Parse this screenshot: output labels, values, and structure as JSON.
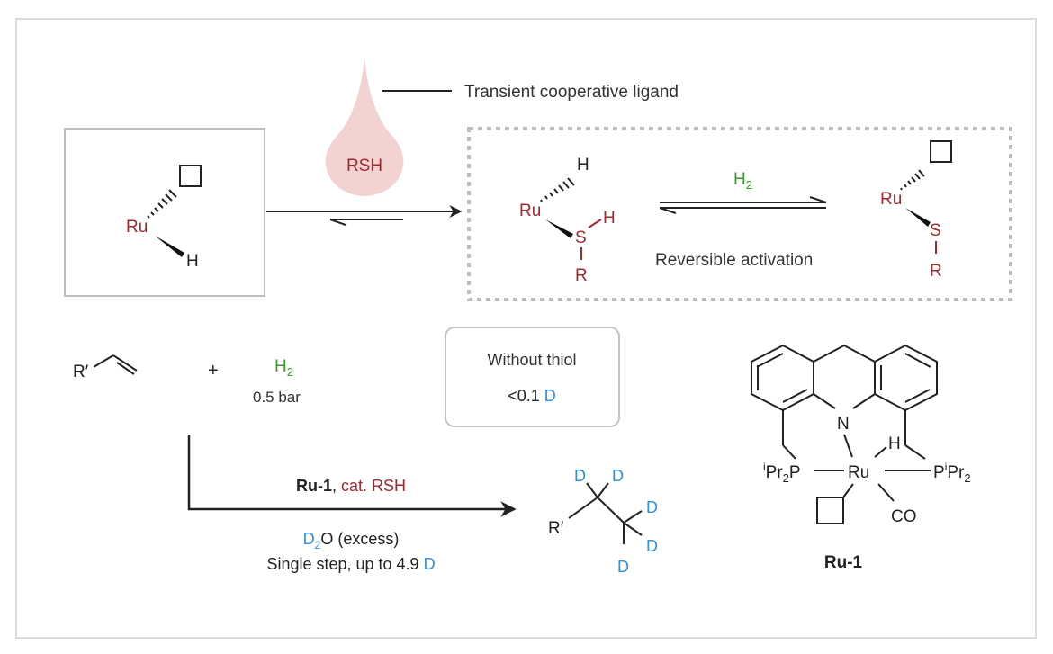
{
  "colors": {
    "ruthenium_red": "#a3292e",
    "hydrogen_green": "#3a9a2c",
    "deuterium_blue": "#2f8fe0",
    "droplet_pink": "#f3d2d2",
    "box_gray": "#bdbdbd"
  },
  "top": {
    "droplet_label": "RSH",
    "callout_label": "Transient cooperative ligand",
    "start_complex": {
      "metal": "Ru",
      "hydride": "H",
      "vacant_site": "empty-square"
    },
    "thiol_adduct": {
      "metal": "Ru",
      "hydride": "H",
      "sulfur": "S",
      "sulfur_h": "H",
      "r_group": "R"
    },
    "equilibrium_reagent": "H",
    "equilibrium_reagent_sub": "2",
    "equilibrium_caption": "Reversible activation",
    "thiolate_complex": {
      "metal": "Ru",
      "sulfur": "S",
      "r_group": "R",
      "vacant_site": "empty-square"
    }
  },
  "reaction": {
    "substrate_r": "R′",
    "plus": "+",
    "gas": "H",
    "gas_sub": "2",
    "gas_pressure": "0.5 bar",
    "catalyst_label": "Ru-1",
    "catalyst_sep": ", ",
    "cocatalyst_label": "cat. RSH",
    "solvent_d": "D",
    "solvent_sub": "2",
    "solvent_rest": "O (excess)",
    "result_text": "Single step, up to 4.9 ",
    "result_d": "D",
    "product_r": "R′",
    "product_d_labels": [
      "D",
      "D",
      "D",
      "D",
      "D"
    ]
  },
  "control_box": {
    "title": "Without thiol",
    "value": "<0.1 ",
    "value_d": "D"
  },
  "catalyst": {
    "name": "Ru-1",
    "n_label": "N",
    "metal": "Ru",
    "hydride": "H",
    "left_phosphine_sup": "i",
    "left_phosphine": "Pr",
    "left_phosphine_sub": "2",
    "left_phosphine_p": "P",
    "right_phosphine_p": "P",
    "right_phosphine_sup": "i",
    "right_phosphine": "Pr",
    "right_phosphine_sub": "2",
    "carbonyl": "CO"
  }
}
